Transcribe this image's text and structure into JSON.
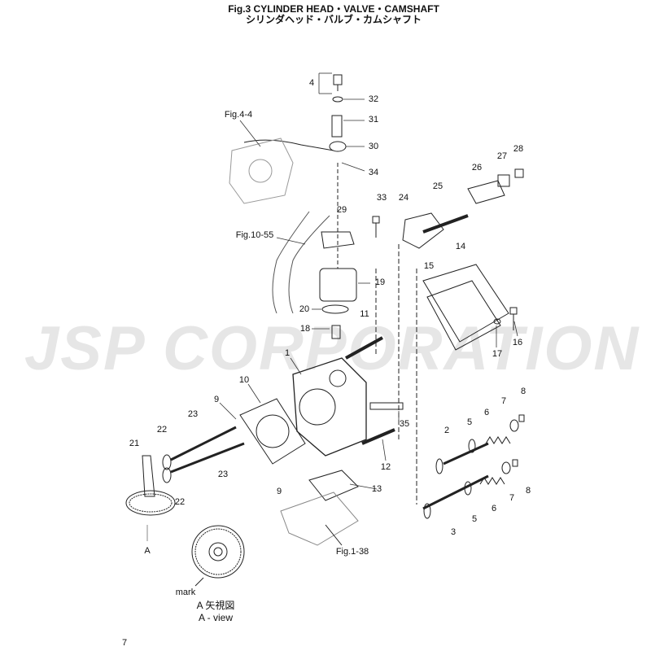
{
  "title": {
    "en": "Fig.3  CYLINDER HEAD・VALVE・CAMSHAFT",
    "ja": "シリンダヘッド・バルブ・カムシャフト"
  },
  "watermark": "JSP CORPORATION",
  "labels": [
    "4",
    "32",
    "31",
    "30",
    "34",
    "Fig.4-4",
    "33",
    "29",
    "24",
    "25",
    "26",
    "27",
    "28",
    "Fig.10-55",
    "14",
    "15",
    "19",
    "20",
    "11",
    "18",
    "1",
    "17",
    "16",
    "10",
    "8",
    "7",
    "9",
    "6",
    "5",
    "23",
    "35",
    "2",
    "22",
    "21",
    "12",
    "23",
    "9",
    "13",
    "22",
    "8",
    "7",
    "6",
    "5",
    "3",
    "A",
    "Fig.1-38",
    "mark"
  ],
  "view": {
    "ja": "A 矢視図",
    "en": "A - view"
  },
  "page_number": "7"
}
